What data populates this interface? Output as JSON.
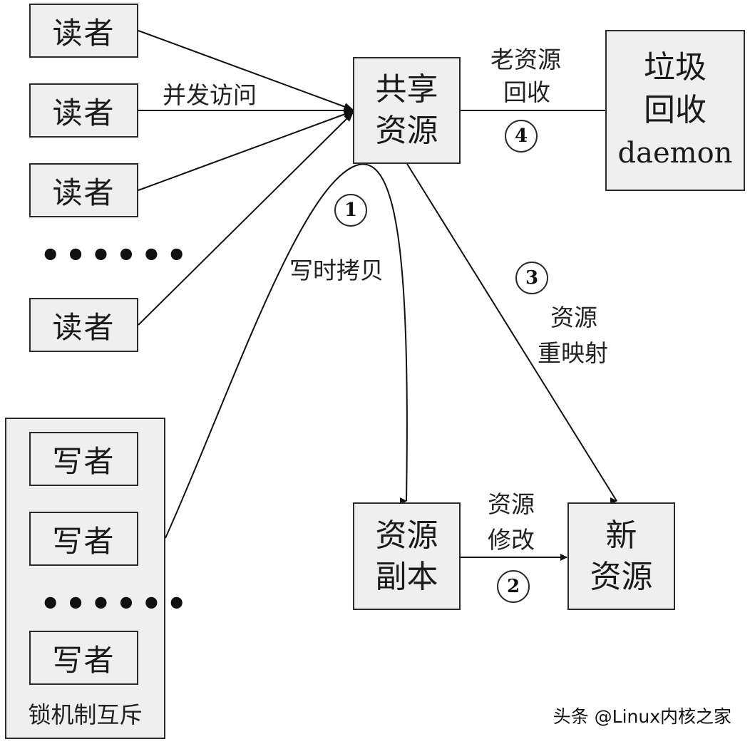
{
  "readers": [
    "读者",
    "读者",
    "读者",
    "读者"
  ],
  "reader_dots": "••••••",
  "writers": [
    "写者",
    "写者",
    "写者"
  ],
  "writer_dots": "••••••",
  "writer_group_label": "锁机制互斥",
  "shared_resource": [
    "共享",
    "资源"
  ],
  "gc_daemon": [
    "垃圾",
    "回收",
    "daemon"
  ],
  "resource_copy": [
    "资源",
    "副本"
  ],
  "new_resource": [
    "新",
    "资源"
  ],
  "labels": {
    "concurrent_access": "并发访问",
    "old_resource_reclaim": [
      "老资源",
      "回收"
    ],
    "copy_on_write": "写时拷贝",
    "resource_remap": [
      "资源",
      "重映射"
    ],
    "resource_modify": [
      "资源",
      "修改"
    ]
  },
  "steps": {
    "one": "1",
    "two": "2",
    "three": "3",
    "four": "4"
  },
  "watermark": "头条 @Linux内核之家"
}
